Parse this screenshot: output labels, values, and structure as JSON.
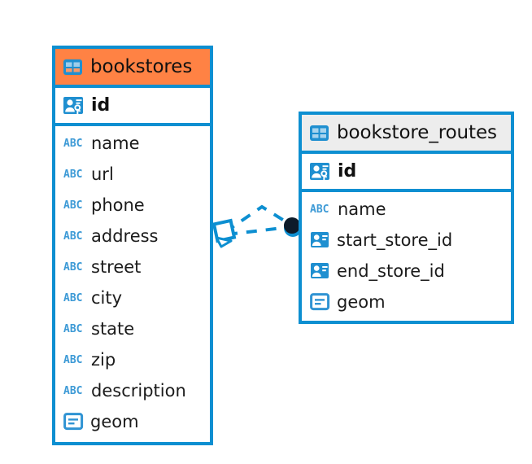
{
  "diagram": {
    "type": "entity-relationship-diagram",
    "colors": {
      "border_blue": "#0d8fd1",
      "header_orange": "#ff8244",
      "header_gray": "#ededed",
      "icon_blue": "#1f8fd0",
      "abc_blue": "#3d9ad6",
      "connector_blue": "#0d8fd1",
      "connector_endpoint_dark": "#0d1b2a",
      "background": "#ffffff"
    },
    "tables": [
      {
        "id": "bookstores",
        "name": "bookstores",
        "header_icon": "table-icon",
        "header_style": "orange",
        "primary_key": {
          "name": "id",
          "icon": "primary-key-icon"
        },
        "fields": [
          {
            "name": "name",
            "icon": "abc-icon",
            "icon_text": "ABC"
          },
          {
            "name": "url",
            "icon": "abc-icon",
            "icon_text": "ABC"
          },
          {
            "name": "phone",
            "icon": "abc-icon",
            "icon_text": "ABC"
          },
          {
            "name": "address",
            "icon": "abc-icon",
            "icon_text": "ABC"
          },
          {
            "name": "street",
            "icon": "abc-icon",
            "icon_text": "ABC"
          },
          {
            "name": "city",
            "icon": "abc-icon",
            "icon_text": "ABC"
          },
          {
            "name": "state",
            "icon": "abc-icon",
            "icon_text": "ABC"
          },
          {
            "name": "zip",
            "icon": "abc-icon",
            "icon_text": "ABC"
          },
          {
            "name": "description",
            "icon": "abc-icon",
            "icon_text": "ABC"
          },
          {
            "name": "geom",
            "icon": "geometry-icon",
            "icon_text": ""
          }
        ]
      },
      {
        "id": "bookstore_routes",
        "name": "bookstore_routes",
        "header_icon": "table-icon",
        "header_style": "gray",
        "primary_key": {
          "name": "id",
          "icon": "primary-key-icon"
        },
        "fields": [
          {
            "name": "name",
            "icon": "abc-icon",
            "icon_text": "ABC"
          },
          {
            "name": "start_store_id",
            "icon": "foreign-key-icon",
            "icon_text": ""
          },
          {
            "name": "end_store_id",
            "icon": "foreign-key-icon",
            "icon_text": ""
          },
          {
            "name": "geom",
            "icon": "geometry-icon",
            "icon_text": ""
          }
        ]
      }
    ],
    "relationships": [
      {
        "from": "bookstores.id",
        "to": "bookstore_routes.start_store_id",
        "style": "dashed"
      },
      {
        "from": "bookstores.id",
        "to": "bookstore_routes.end_store_id",
        "style": "dashed"
      }
    ]
  }
}
